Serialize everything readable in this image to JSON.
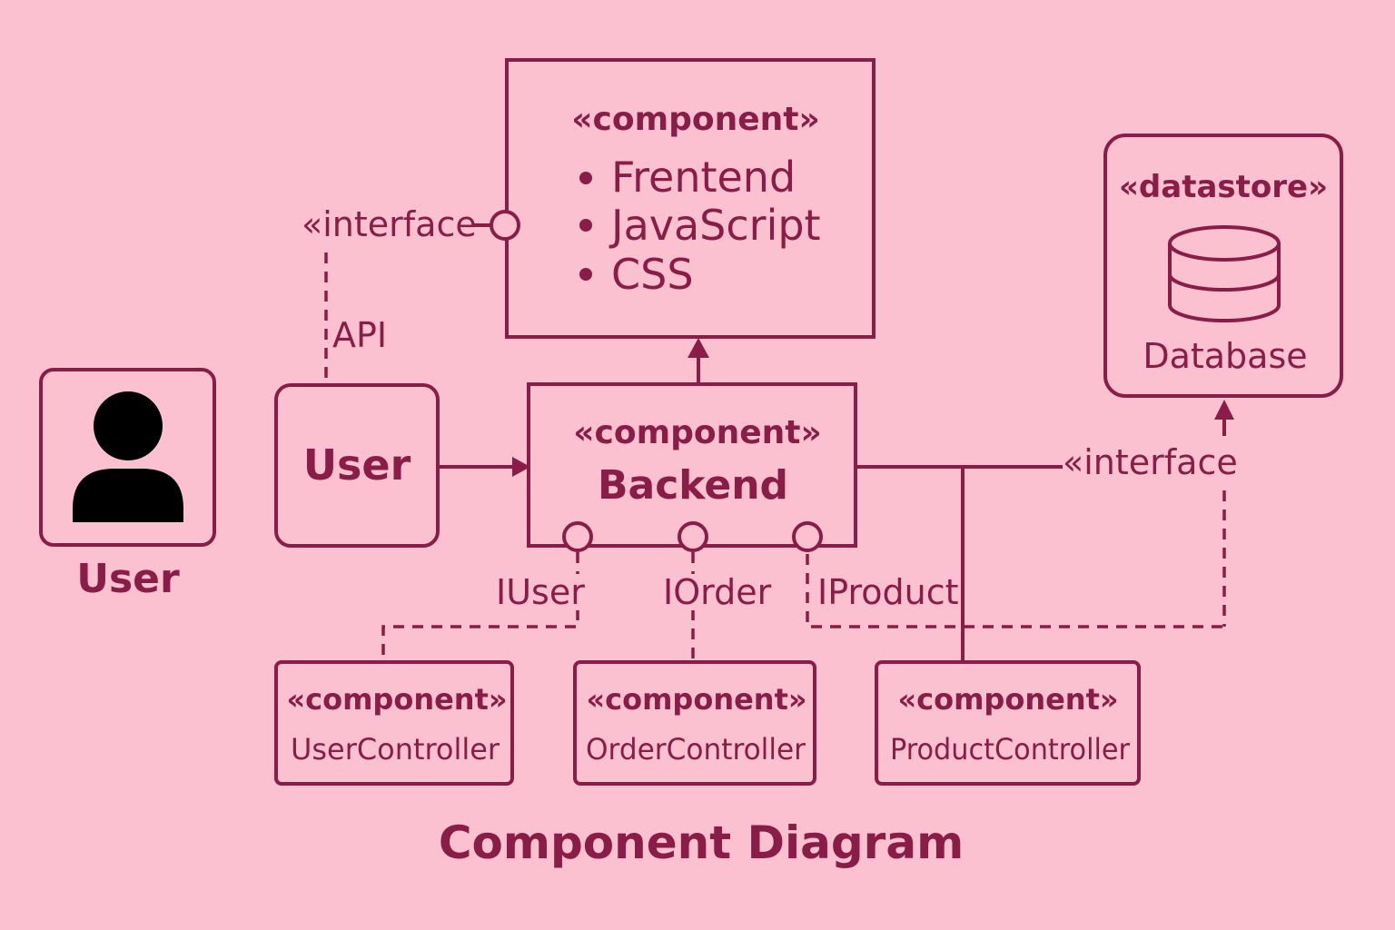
{
  "title": "Component Diagram",
  "actor": {
    "icon": "user-silhouette-icon",
    "label": "User"
  },
  "frontend": {
    "stereotype": "«component»",
    "items": [
      "Frentend",
      "JavaScript",
      "CSS"
    ]
  },
  "datastore": {
    "stereotype": "«datastore»",
    "icon": "database-cylinder-icon",
    "label": "Database"
  },
  "user_box": {
    "label": "User"
  },
  "backend": {
    "stereotype": "«component»",
    "label": "Backend"
  },
  "interfaces": {
    "frontend_interface": "«interface",
    "api_label": "API",
    "db_interface": "«interface",
    "iuser": "IUser",
    "iorder": "IOrder",
    "iproduct": "IProduct"
  },
  "controllers": [
    {
      "stereotype": "«component»",
      "label": "UserController"
    },
    {
      "stereotype": "«component»",
      "label": "OrderController"
    },
    {
      "stereotype": "«component»",
      "label": "ProductController"
    }
  ],
  "colors": {
    "background": "#fbc1d1",
    "ink": "#8a1d47",
    "icon": "#000000"
  }
}
